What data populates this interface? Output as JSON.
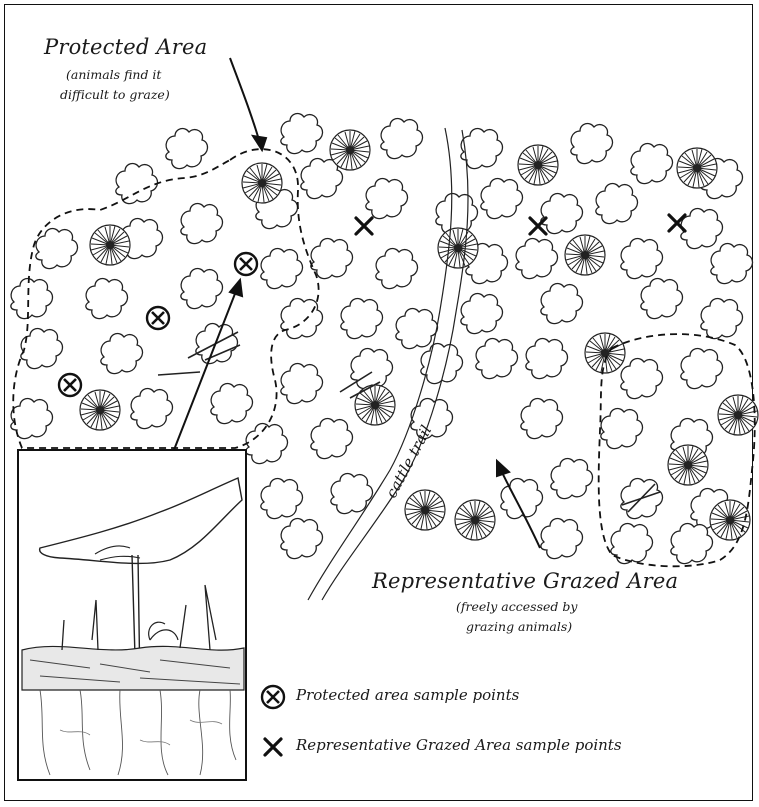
{
  "labels": {
    "protected_area_title": "Protected Area",
    "protected_area_note_line1": "(animals find it",
    "protected_area_note_line2": "difficult to graze)",
    "grazed_area_title": "Representative Grazed Area",
    "grazed_area_note_line1": "(freely accessed by",
    "grazed_area_note_line2": "grazing animals)",
    "trail_label": "cattle trail"
  },
  "legend": {
    "protected_marker_label": "Protected area sample points",
    "grazed_marker_label": "Representative Grazed Area sample points"
  },
  "colors": {
    "ink": "#1a1a1a",
    "paper": "#ffffff"
  }
}
